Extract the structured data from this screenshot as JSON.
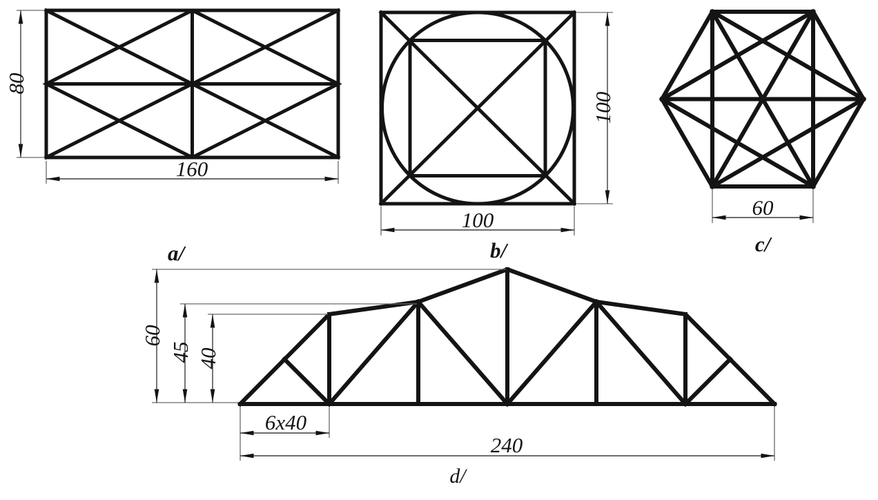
{
  "colors": {
    "background": "#ffffff",
    "line": "#141414",
    "dimension_line": "#3c3c3c",
    "extension_line": "#6a6a6a"
  },
  "figures": {
    "a": {
      "label": "a/",
      "shape": "rectangle with midlines, both diagonals and midpoint rhombus",
      "width_label": "160",
      "height_label": "80"
    },
    "b": {
      "label": "b/",
      "shape": "square with inscribed circle, inscribed square and diagonals",
      "width_label": "100",
      "height_label": "100"
    },
    "c": {
      "label": "c/",
      "shape": "regular hexagon with all diagonals",
      "side_label": "60"
    },
    "d": {
      "label": "d/",
      "shape": "truss with six bottom panels",
      "span_label": "240",
      "panel_label": "6x40",
      "height_label_60": "60",
      "height_label_45": "45",
      "height_label_40": "40"
    }
  }
}
